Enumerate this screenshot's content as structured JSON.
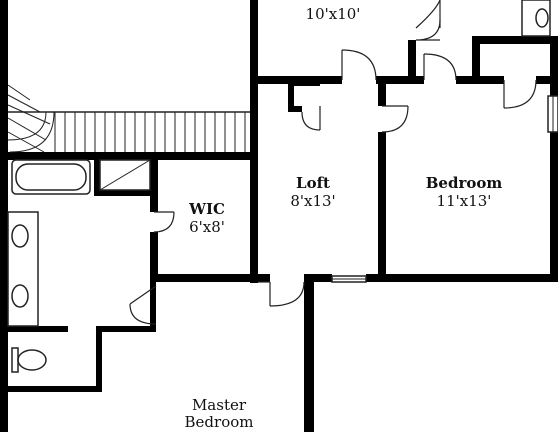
{
  "rooms": {
    "top_room": {
      "size": "10'x10'"
    },
    "wic": {
      "name": "WIC",
      "size": "6'x8'"
    },
    "loft": {
      "name": "Loft",
      "size": "8'x13'"
    },
    "bedroom": {
      "name": "Bedroom",
      "size": "11'x13'"
    },
    "master_bedroom": {
      "name": "Master",
      "name_line2": "Bedroom"
    }
  },
  "colors": {
    "wall": "#000000",
    "background": "#ffffff",
    "line": "#222222"
  }
}
